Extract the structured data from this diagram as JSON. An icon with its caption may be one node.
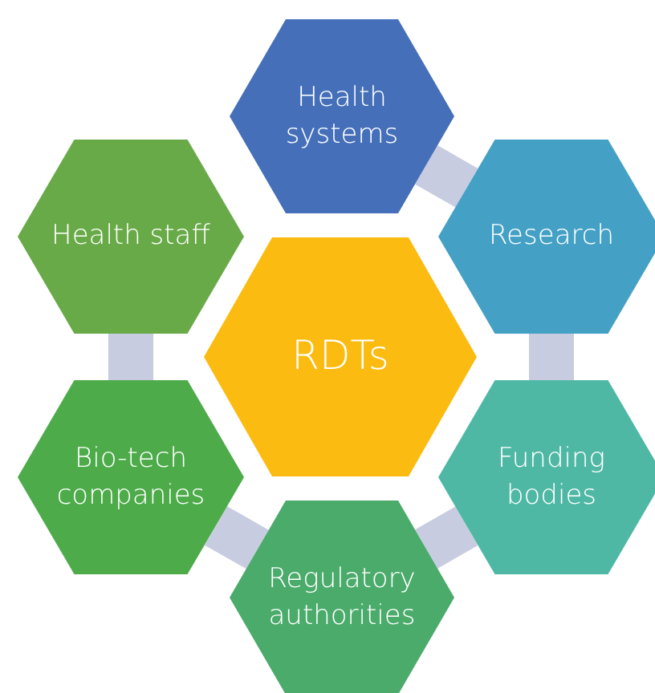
{
  "diagram": {
    "nodes": [
      {
        "text": [
          "Health systems"
        ]
      },
      {
        "text": [
          "Health staff"
        ]
      },
      {
        "text": [
          "Research"
        ]
      },
      {
        "text": [
          "RDTs"
        ]
      },
      {
        "text": [
          "Bio-tech companies"
        ]
      },
      {
        "text": [
          "Funding bodies"
        ]
      },
      {
        "text": [
          "Regulatory authorities"
        ]
      }
    ],
    "edges": [
      {
        "from": 0,
        "to": 2,
        "arrow": "none"
      },
      {
        "from": 2,
        "to": 5,
        "arrow": "none"
      },
      {
        "from": 5,
        "to": 6,
        "arrow": "none"
      },
      {
        "from": 6,
        "to": 4,
        "arrow": "none"
      },
      {
        "from": 4,
        "to": 1,
        "arrow": "none"
      }
    ]
  }
}
